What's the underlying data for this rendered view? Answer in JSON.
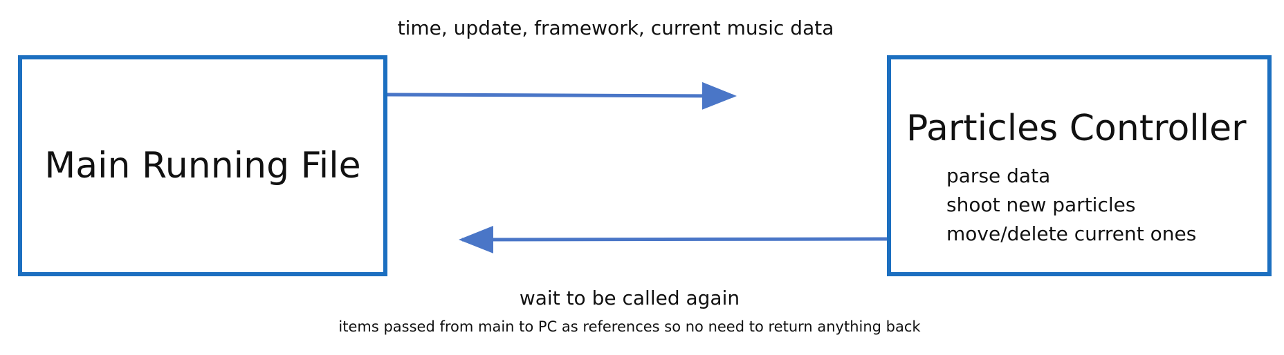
{
  "nodes": {
    "main": {
      "title": "Main Running File"
    },
    "particles_controller": {
      "title": "Particles Controller",
      "tasks": [
        "parse data",
        "shoot new particles",
        "move/delete current ones"
      ]
    }
  },
  "edges": {
    "forward": {
      "from": "main",
      "to": "particles_controller",
      "label": "time, update, framework, current music data"
    },
    "return": {
      "from": "particles_controller",
      "to": "main",
      "label": "wait to be called again",
      "note": "items passed from main to PC as references so no need to return anything back"
    }
  },
  "colors": {
    "box_border": "#1c6fc0",
    "arrow": "#4a76c7",
    "text": "#111111"
  }
}
